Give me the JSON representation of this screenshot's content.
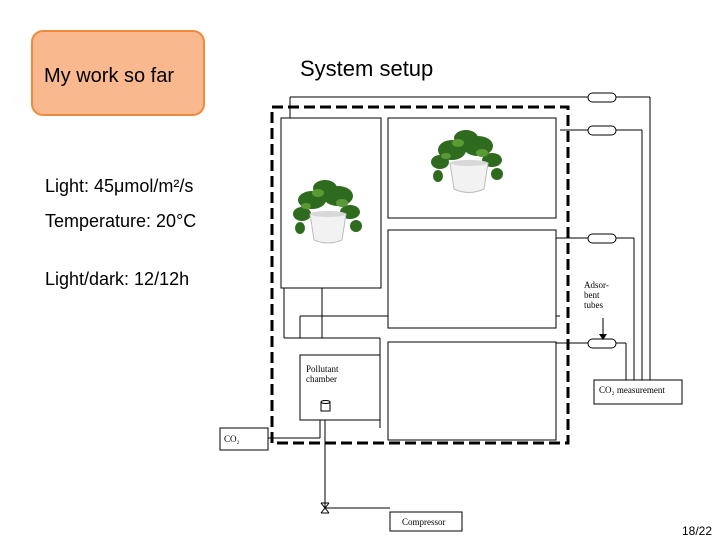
{
  "badge": {
    "label": "My work so far"
  },
  "diagram_title": "System setup",
  "params": {
    "light": "Light: 45μmol/m²/s",
    "temperature": "Temperature: 20°C",
    "light_dark": "Light/dark: 12/12h"
  },
  "labels": {
    "adsorbent": "Adsor-bent tubes",
    "pollutant_chamber": "Pollutant chamber",
    "co2_measurement": "CO₂ measurement",
    "co2": "CO₂",
    "compressor": "Compressor"
  },
  "slide_number": "18/22"
}
